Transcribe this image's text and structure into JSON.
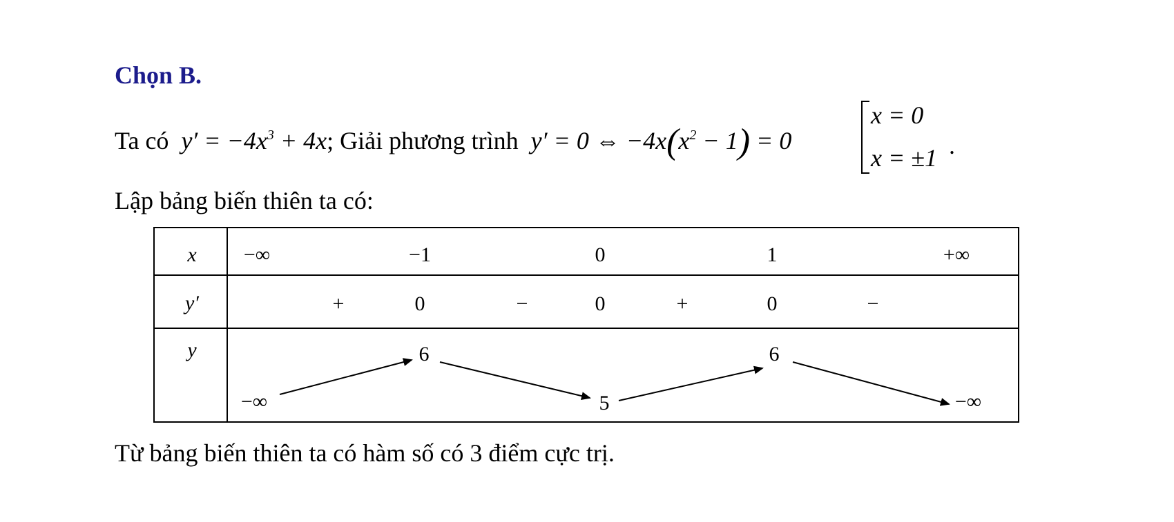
{
  "heading": "Chọn B.",
  "line1": {
    "prefix": "Ta có",
    "derivative_lhs": "y′ = −4x",
    "exp3": "3",
    "derivative_rest": " + 4x",
    "semicolon_text": "; Giải phương trình",
    "eq_part1": "y′ = 0 ⇔ −4x",
    "eq_inner": "x",
    "exp2": "2",
    "eq_inner_rest": " − 1",
    "eq_after": " = 0",
    "system_row1": "x = 0",
    "system_row2": "x = ±1",
    "period": "."
  },
  "line2": "Lập bảng biến thiên ta có:",
  "table": {
    "row_labels": {
      "x": "x",
      "yprime": "y′",
      "y": "y"
    },
    "x_values": [
      "−∞",
      "−1",
      "0",
      "1",
      "+∞"
    ],
    "yprime_values": [
      "+",
      "0",
      "−",
      "0",
      "+",
      "0",
      "−"
    ],
    "y_values": {
      "left_end": "−∞",
      "max1": "6",
      "min": "5",
      "max2": "6",
      "right_end": "−∞"
    }
  },
  "conclusion": {
    "text_before": "Từ bảng biến thiên ta có hàm số có",
    "count": "3",
    "text_after": "điểm cực trị."
  }
}
